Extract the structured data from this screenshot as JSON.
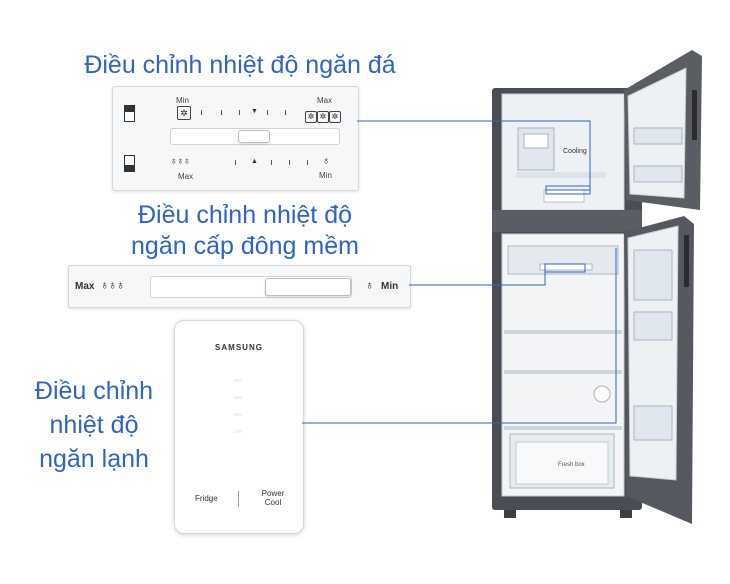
{
  "headings": {
    "ice": "Điều chỉnh nhiệt độ ngăn đá",
    "soft_freeze_line1": "Điều chỉnh nhiệt độ",
    "soft_freeze_line2": "ngăn cấp đông mềm",
    "fridge_line1": "Điều chỉnh",
    "fridge_line2": "nhiệt độ",
    "fridge_line3": "ngăn lạnh"
  },
  "ice_panel": {
    "top_min": "Min",
    "top_max": "Max",
    "bottom_max": "Max",
    "bottom_min": "Min"
  },
  "soft_freeze_panel": {
    "max_label": "Max",
    "min_label": "Min"
  },
  "fridge_panel": {
    "brand": "SAMSUNG",
    "fridge_label": "Fridge",
    "power_cool_line1": "Power",
    "power_cool_line2": "Cool"
  },
  "fridge_image": {
    "cooling_text": "Cooling",
    "fresh_box_text": "Fresh box"
  },
  "colors": {
    "accent": "#2f63c4",
    "fridge_body": "#4a4d53",
    "interior": "#f2f4f6"
  }
}
